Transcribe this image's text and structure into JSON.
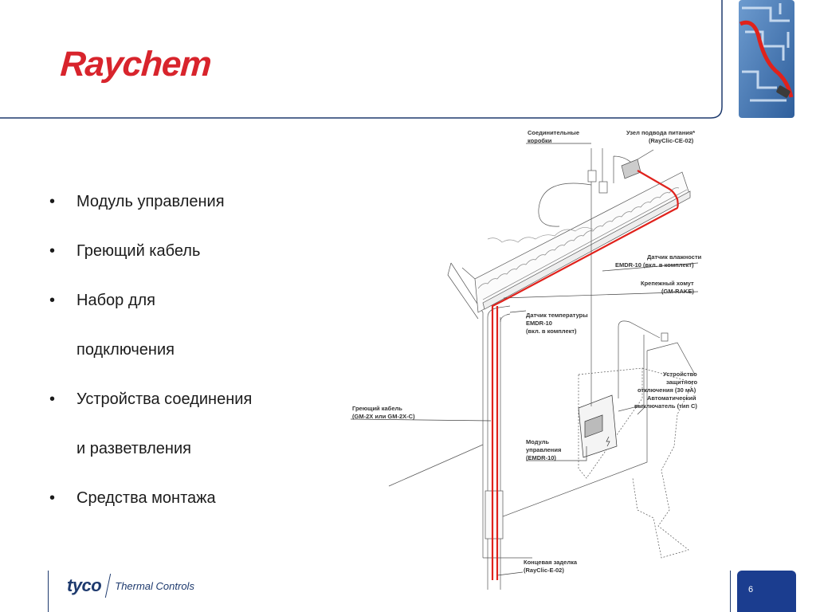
{
  "header": {
    "logo_text": "Raychem",
    "accent_color": "#d8242c",
    "frame_color": "#1e3a6e"
  },
  "bullets": {
    "items": [
      {
        "text": "Модуль управления",
        "marker": "•"
      },
      {
        "text": "Греющий кабель",
        "marker": "•"
      },
      {
        "text": "Набор для",
        "marker": "•"
      },
      {
        "text": "подключения",
        "marker": ""
      },
      {
        "text": "Устройства соединения",
        "marker": "•"
      },
      {
        "text": "и разветвления",
        "marker": ""
      },
      {
        "text": "Средства монтажа",
        "marker": "•"
      }
    ]
  },
  "diagram": {
    "labels": {
      "junction_boxes": [
        "Соединительные",
        "коробки"
      ],
      "power_node": [
        "Узел подвода питания*",
        "(RayClic-CE-02)"
      ],
      "moisture_sensor": [
        "Датчик влажности",
        "EMDR-10 (вкл. в комплект)"
      ],
      "clamp": [
        "Крепежный хомут",
        "(GM-RAKE)"
      ],
      "temp_sensor": [
        "Датчик температуры",
        "EMDR-10",
        "(вкл. в комплект)"
      ],
      "protection": [
        "Устройство",
        "защитного",
        "отключения (30 мА)",
        "Автоматический",
        "выключатель (тип С)"
      ],
      "heating_cable": [
        "Греющий кабель",
        "(GM-2X или GM-2X-C)"
      ],
      "control_module": [
        "Модуль",
        "управления",
        "(EMDR-10)"
      ],
      "end_seal": [
        "Концевая заделка",
        "(RayClic-E-02)"
      ]
    },
    "cable_color": "#e0221c"
  },
  "footer": {
    "brand": "tyco",
    "division": "Thermal Controls",
    "page_number": "6",
    "page_box_color": "#1b3d8f"
  }
}
